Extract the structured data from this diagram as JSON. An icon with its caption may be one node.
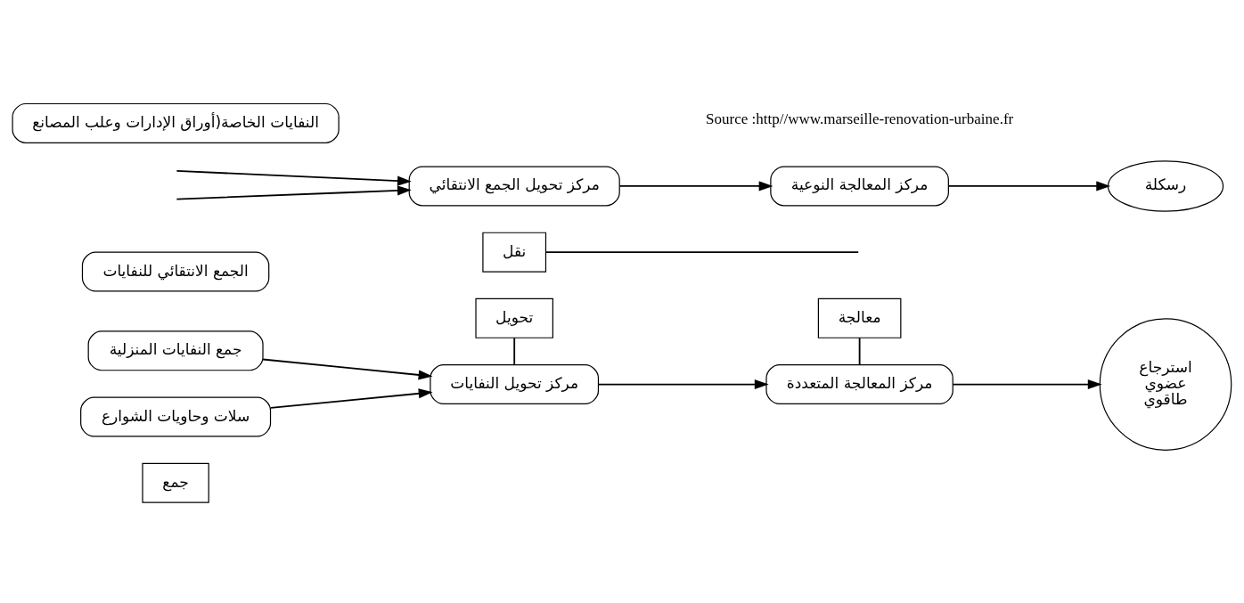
{
  "diagram": {
    "nodes": [
      {
        "text": [
          "جمع"
        ]
      },
      {
        "text": [
          "جمع النفايات المنزلية"
        ]
      },
      {
        "text": [
          "نقل"
        ]
      },
      {
        "text": [
          "تحويل"
        ]
      },
      {
        "text": [
          "معالجة"
        ]
      },
      {
        "text": [
          "مركز تحويل النفايات"
        ]
      },
      {
        "text": [
          "مركز المعالجة المتعددة"
        ]
      },
      {
        "text": [
          "استرجاع عضوي طاقوي"
        ]
      },
      {
        "text": [
          "سلات وحاويات الشوارع"
        ]
      },
      {
        "text": [
          "الجمع الانتقائي للنفايات"
        ]
      },
      {
        "text": [
          "مركز تحويل الجمع الانتقائي"
        ]
      },
      {
        "text": [
          "مركز المعالجة النوعية"
        ]
      },
      {
        "text": [
          "رسكلة"
        ]
      },
      {
        "text": [
          "النفايات الخاصة(أوراق الإدارات وعلب المصانع"
        ]
      }
    ],
    "edges": [
      {
        "from": 1,
        "to": 5,
        "arrow": "to"
      },
      {
        "from": 8,
        "to": 5,
        "arrow": "to"
      },
      {
        "from": 5,
        "to": 6,
        "arrow": "to"
      },
      {
        "from": 6,
        "to": 7,
        "arrow": "to"
      },
      {
        "from": null,
        "to": 10,
        "arrow": "to"
      },
      {
        "from": null,
        "to": 10,
        "arrow": "to"
      },
      {
        "from": 10,
        "to": 11,
        "arrow": "to"
      },
      {
        "from": 11,
        "to": 12,
        "arrow": "to"
      },
      {
        "from": 2,
        "to": null,
        "arrow": "none"
      },
      {
        "from": 3,
        "to": 5,
        "arrow": "none"
      },
      {
        "from": 4,
        "to": 6,
        "arrow": "none"
      }
    ],
    "labels": [
      "Source :http//www.marseille-renovation-urbaine.fr"
    ]
  }
}
